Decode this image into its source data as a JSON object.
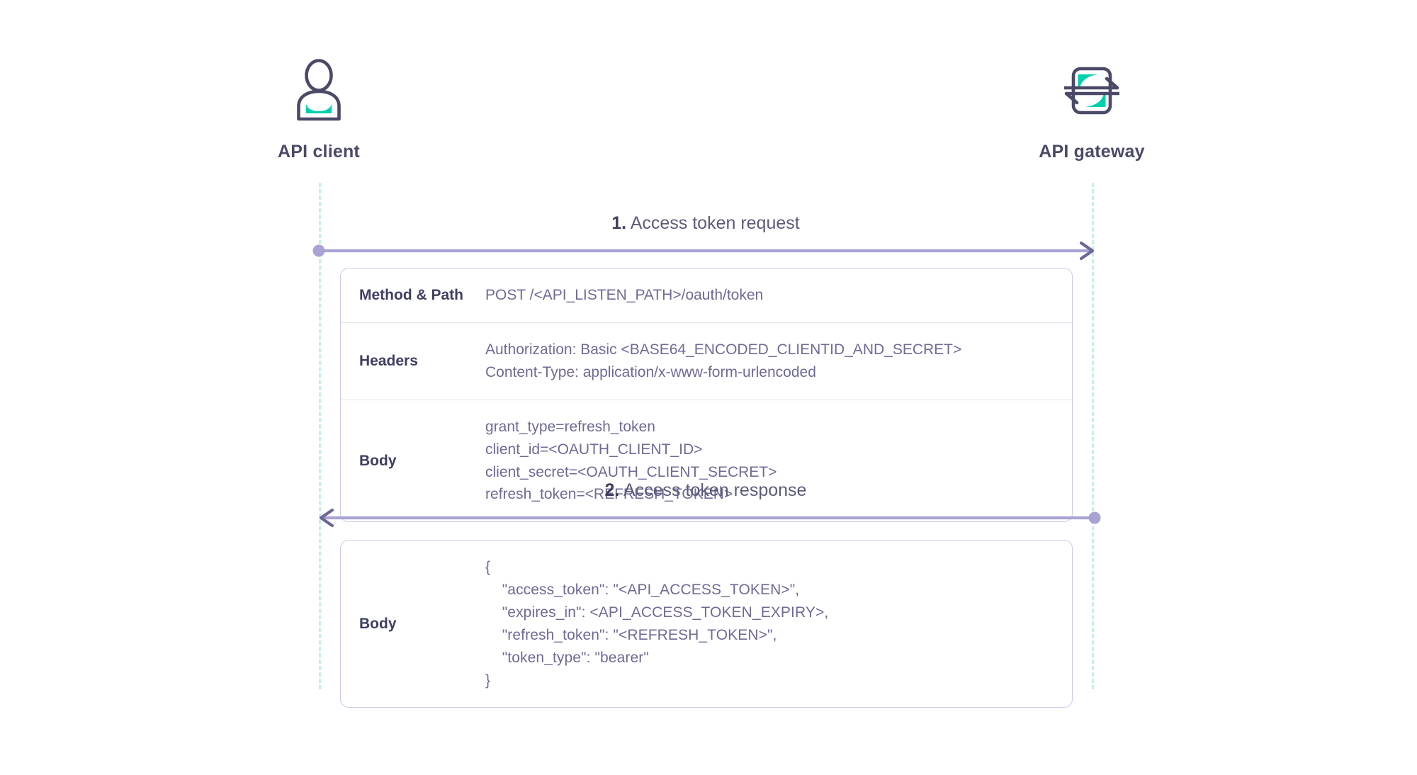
{
  "actors": [
    {
      "id": "client",
      "label": "API client",
      "icon": "user-icon"
    },
    {
      "id": "gateway",
      "label": "API gateway",
      "icon": "api-gateway-icon"
    }
  ],
  "steps": [
    {
      "number": "1.",
      "title": "Access token request",
      "direction": "client-to-gateway"
    },
    {
      "number": "2.",
      "title": "Access token response",
      "direction": "gateway-to-client"
    }
  ],
  "request_table": {
    "rows": [
      {
        "key": "Method & Path",
        "value": "POST /<API_LISTEN_PATH>/oauth/token"
      },
      {
        "key": "Headers",
        "value": "Authorization: Basic <BASE64_ENCODED_CLIENTID_AND_SECRET>\nContent-Type: application/x-www-form-urlencoded"
      },
      {
        "key": "Body",
        "value": "grant_type=refresh_token\nclient_id=<OAUTH_CLIENT_ID>\nclient_secret=<OAUTH_CLIENT_SECRET>\nrefresh_token=<REFRESH_TOKEN>"
      }
    ]
  },
  "response_table": {
    "rows": [
      {
        "key": "Body",
        "value": "{\n    \"access_token\": \"<API_ACCESS_TOKEN>\",\n    \"expires_in\": <API_ACCESS_TOKEN_EXPIRY>,\n    \"refresh_token\": \"<REFRESH_TOKEN>\",\n    \"token_type\": \"bearer\"\n}"
      }
    ]
  },
  "colors": {
    "ink": "#4a4a68",
    "teal": "#00d0ae",
    "arrow": "#a8a3d4",
    "lifeline": "#c8efe5",
    "table_border": "#cfcae8",
    "value_text": "#6e6b96",
    "background": "#ffffff"
  }
}
